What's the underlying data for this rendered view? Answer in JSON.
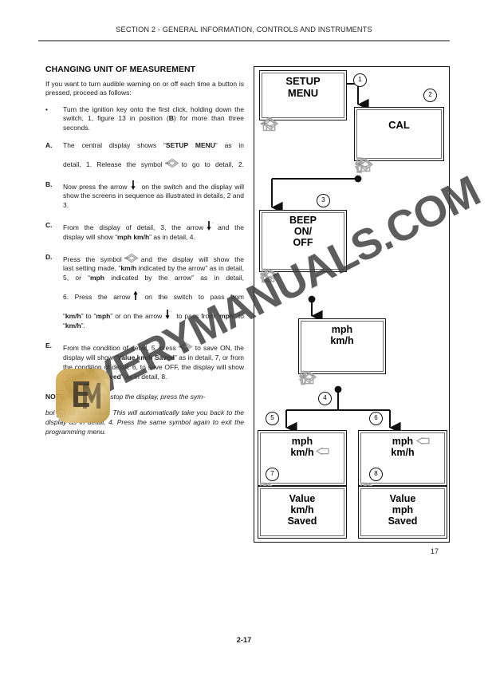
{
  "header": {
    "section_title": "SECTION 2 - GENERAL INFORMATION, CONTROLS AND INSTRUMENTS"
  },
  "content": {
    "heading": "CHANGING UNIT OF MEASUREMENT",
    "intro": "If you want to turn audible warning on or off each time a button is pressed, proceed as follows:",
    "bullet_mark": "•",
    "bullet_text_1": "Turn the ignition key onto the first click, holding down the switch, 1, figure 13 in position (",
    "bullet_bold_b": "B",
    "bullet_text_2": ") for more than three seconds.",
    "steps": [
      {
        "letter": "A.",
        "line1_a": "The central display shows “",
        "line1_b": "SETUP MENU",
        "line1_c": "” as in",
        "line2_a": "detail, 1. Release the symbol",
        "line2_b": "to go to detail, 2."
      },
      {
        "letter": "B.",
        "line1_a": "Now press the arrow",
        "line1_b": "on the switch and the display will show the screens in sequence as illustrated in details, 2 and 3."
      },
      {
        "letter": "C.",
        "line1_a": "From the display of detail, 3, the arrow",
        "line1_b": "and the",
        "line2_a": "display will show “",
        "line2_b": "mph km/h",
        "line2_c": "” as in detail, 4."
      },
      {
        "letter": "D.",
        "line1_a": "Press the symbol",
        "line1_b": "and the display will show the",
        "line2_a": "last setting made, “",
        "line2_b": "km/h",
        "line2_c": " indicated by the arrow” as in detail, 5, or “",
        "line2_d": "mph",
        "line2_e": " indicated by the arrow” as in detail,",
        "line3_a": "6. Press the arrow",
        "line3_b": "on the switch to pass from",
        "line4_a": "“",
        "line4_b": "km/h",
        "line4_c": "” to “",
        "line4_d": "mph",
        "line4_e": "” or on the arrow",
        "line4_f": "to pass from “",
        "line4_g": "mph",
        "line4_h": "” to “",
        "line4_i": "km/h",
        "line4_j": "”."
      },
      {
        "letter": "E.",
        "line1_a": "From the condition of detail, 5, press",
        "line1_b": "to save ON, the display will show “",
        "line1_c": "Value km/h Saved",
        "line1_d": "” as in detail, 7, or from the condition of detail, 6, to save OFF, the display will show “",
        "line1_e": "Value mph Saved",
        "line1_f": "” as in detail, 8."
      }
    ],
    "note": {
      "label": "NOTE",
      "text_a": ": If you want to stop the display, press the sym-",
      "text_b": "bol",
      "text_c": "on the switch. This will automatically take you back to the display as in detail, 4. Press the same symbol again to exit the programming menu."
    }
  },
  "diagram": {
    "figure_number": "17",
    "screens": [
      {
        "id": "setup-menu",
        "badge": "1",
        "lines": [
          "SETUP",
          "MENU"
        ],
        "icons": [
          "symbol-diamond",
          "home"
        ],
        "arrow_at": null
      },
      {
        "id": "cal",
        "badge": "2",
        "lines": [
          "CAL"
        ],
        "icons": [
          "symbol-diamond",
          "arrow-down",
          "arrow-up",
          "home"
        ],
        "arrow_at": null
      },
      {
        "id": "beep",
        "badge": "3",
        "lines": [
          "BEEP",
          "ON/",
          "OFF"
        ],
        "icons": [
          "symbol-diamond",
          "arrow-down",
          "arrow-up",
          "home"
        ],
        "arrow_at": null
      },
      {
        "id": "mph-kmh",
        "badge": "4",
        "lines": [
          "mph",
          "km/h"
        ],
        "icons": [
          "symbol-diamond",
          "arrow-down",
          "arrow-up",
          "home"
        ],
        "arrow_at": null
      },
      {
        "id": "kmh-selected",
        "badge": "5",
        "lines": [
          "mph",
          "km/h"
        ],
        "icons": [
          "symbol-diamond",
          "arrow-down",
          "arrow-up",
          "home"
        ],
        "arrow_at": "km/h"
      },
      {
        "id": "mph-selected",
        "badge": "6",
        "lines": [
          "mph",
          "km/h"
        ],
        "icons": [
          "symbol-diamond",
          "arrow-down",
          "arrow-up",
          "home"
        ],
        "arrow_at": "mph"
      },
      {
        "id": "value-kmh-saved",
        "badge": "7",
        "lines": [
          "Value",
          "km/h",
          "Saved"
        ],
        "icons": [],
        "arrow_at": null
      },
      {
        "id": "value-mph-saved",
        "badge": "8",
        "lines": [
          "Value",
          "mph",
          "Saved"
        ],
        "icons": [],
        "arrow_at": null
      }
    ]
  },
  "footer": {
    "page_number": "2-17"
  },
  "watermark": {
    "text": "EVERYMANUALS.COM",
    "logo_letter": "EM"
  }
}
